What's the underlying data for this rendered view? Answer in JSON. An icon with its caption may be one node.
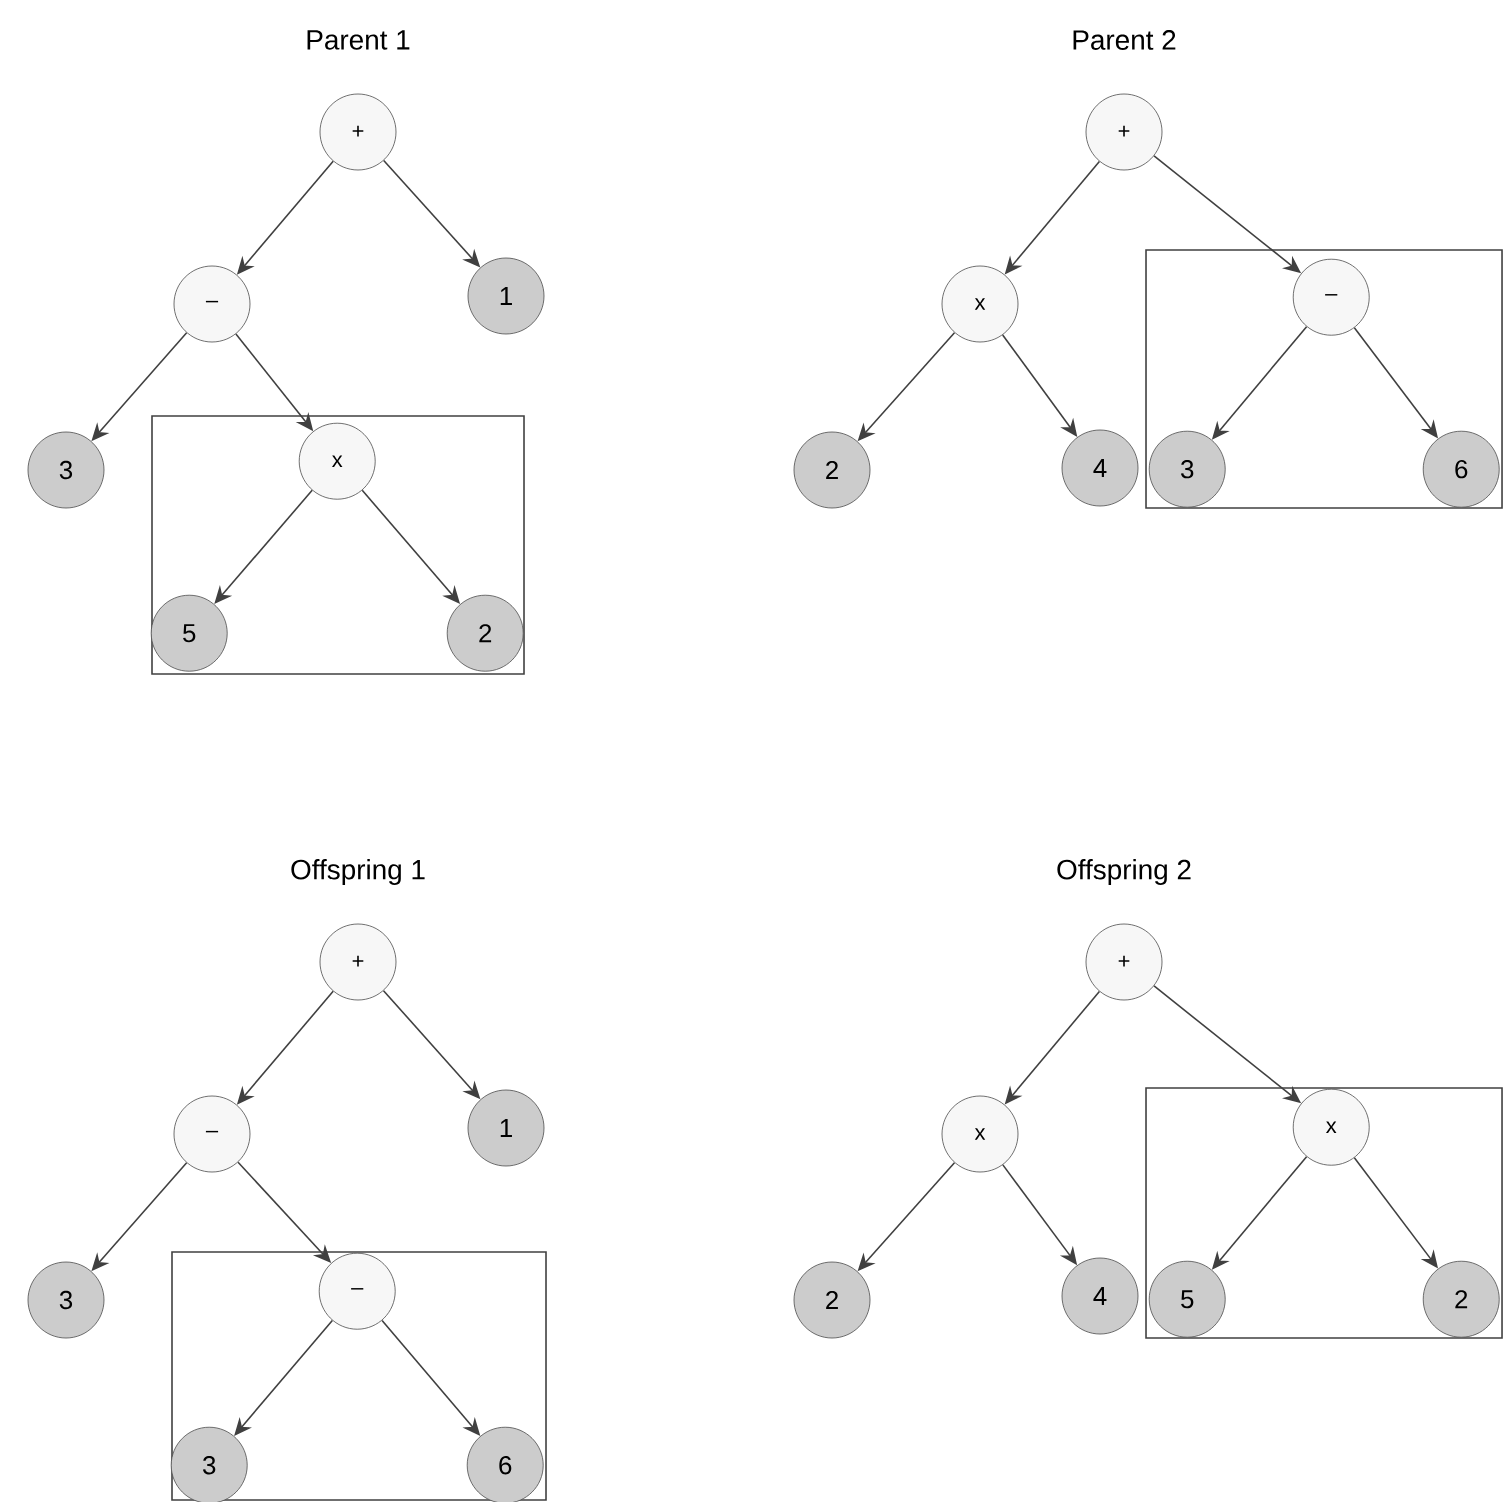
{
  "diagram": {
    "nodes": [
      {
        "text": [
          "+"
        ]
      },
      {
        "text": [
          "–"
        ]
      },
      {
        "text": [
          "1"
        ]
      },
      {
        "text": [
          "3"
        ]
      },
      {
        "text": [],
        "shape": "box"
      },
      {
        "text": [
          "x"
        ],
        "in": 4
      },
      {
        "text": [
          "5"
        ],
        "in": 4
      },
      {
        "text": [
          "2"
        ],
        "in": 4
      },
      {
        "text": [
          "+"
        ]
      },
      {
        "text": [
          "x"
        ]
      },
      {
        "text": [],
        "shape": "box"
      },
      {
        "text": [
          "–"
        ],
        "in": 10
      },
      {
        "text": [
          "2"
        ]
      },
      {
        "text": [
          "4"
        ]
      },
      {
        "text": [
          "3"
        ],
        "in": 10
      },
      {
        "text": [
          "6"
        ],
        "in": 10
      },
      {
        "text": [
          "+"
        ]
      },
      {
        "text": [
          "–"
        ]
      },
      {
        "text": [
          "1"
        ]
      },
      {
        "text": [
          "3"
        ]
      },
      {
        "text": [],
        "shape": "box"
      },
      {
        "text": [
          "–"
        ],
        "in": 20
      },
      {
        "text": [
          "3"
        ],
        "in": 20
      },
      {
        "text": [
          "6"
        ],
        "in": 20
      },
      {
        "text": [
          "+"
        ]
      },
      {
        "text": [
          "x"
        ]
      },
      {
        "text": [],
        "shape": "box"
      },
      {
        "text": [
          "x"
        ],
        "in": 26
      },
      {
        "text": [
          "2"
        ]
      },
      {
        "text": [
          "4"
        ]
      },
      {
        "text": [
          "5"
        ],
        "in": 26
      },
      {
        "text": [
          "2"
        ],
        "in": 26
      }
    ],
    "edges": [
      {
        "from": 0,
        "to": 1,
        "arrow": "to"
      },
      {
        "from": 0,
        "to": 2,
        "arrow": "to"
      },
      {
        "from": 1,
        "to": 3,
        "arrow": "to"
      },
      {
        "from": 1,
        "to": 5,
        "arrow": "to"
      },
      {
        "from": 5,
        "to": 6,
        "arrow": "to"
      },
      {
        "from": 5,
        "to": 7,
        "arrow": "to"
      },
      {
        "from": 8,
        "to": 9,
        "arrow": "to"
      },
      {
        "from": 8,
        "to": 11,
        "arrow": "to"
      },
      {
        "from": 9,
        "to": 12,
        "arrow": "to"
      },
      {
        "from": 9,
        "to": 13,
        "arrow": "to"
      },
      {
        "from": 11,
        "to": 14,
        "arrow": "to"
      },
      {
        "from": 11,
        "to": 15,
        "arrow": "to"
      },
      {
        "from": 16,
        "to": 17,
        "arrow": "to"
      },
      {
        "from": 16,
        "to": 18,
        "arrow": "to"
      },
      {
        "from": 17,
        "to": 19,
        "arrow": "to"
      },
      {
        "from": 17,
        "to": 21,
        "arrow": "to"
      },
      {
        "from": 21,
        "to": 22,
        "arrow": "to"
      },
      {
        "from": 21,
        "to": 23,
        "arrow": "to"
      },
      {
        "from": 24,
        "to": 25,
        "arrow": "to"
      },
      {
        "from": 24,
        "to": 27,
        "arrow": "to"
      },
      {
        "from": 25,
        "to": 28,
        "arrow": "to"
      },
      {
        "from": 25,
        "to": 29,
        "arrow": "to"
      },
      {
        "from": 27,
        "to": 30,
        "arrow": "to"
      },
      {
        "from": 27,
        "to": 31,
        "arrow": "to"
      }
    ],
    "labels": [
      "Parent 1",
      "Parent 2",
      "Offspring 1",
      "Offspring 2"
    ]
  }
}
